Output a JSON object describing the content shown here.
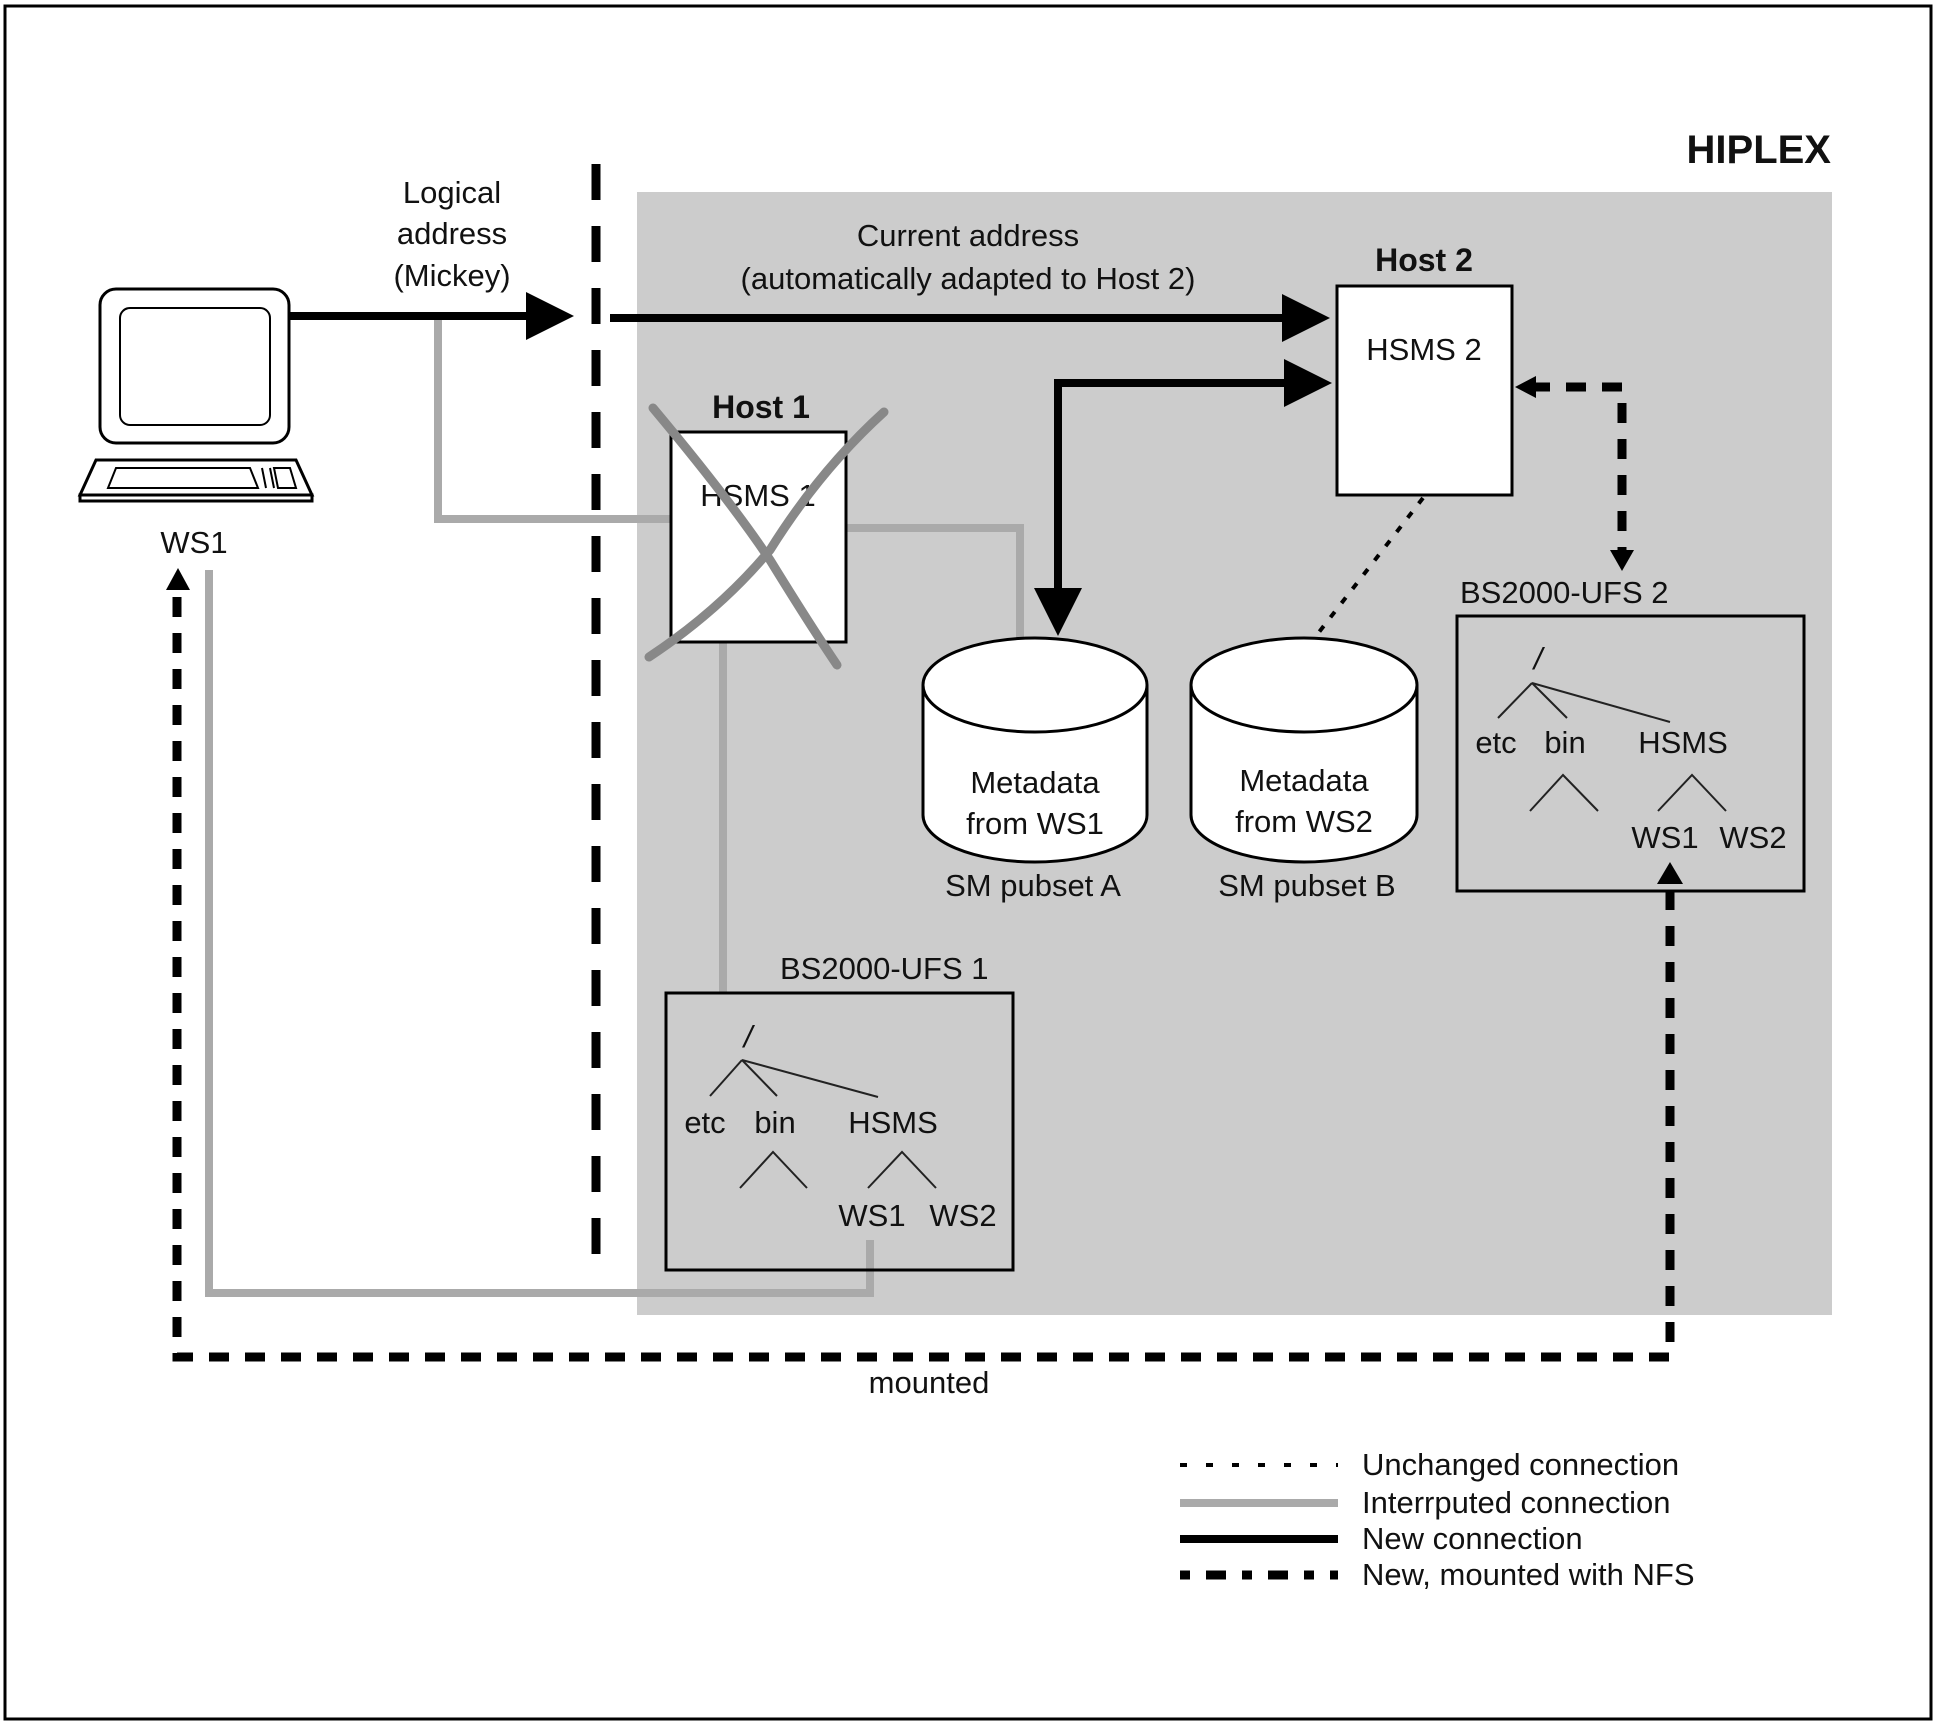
{
  "diagram": {
    "title": "HIPLEX",
    "colors": {
      "background": "#ffffff",
      "hiplex_area": "#cccccc",
      "new_connection": "#000000",
      "interrupted_connection": "#aaaaaa",
      "cross_mark": "#888888",
      "box_fill": "#ffffff"
    },
    "workstation": {
      "label": "WS1",
      "icon": "computer-terminal-icon"
    },
    "logical_address": {
      "lines": [
        "Logical",
        "address",
        "(Mickey)"
      ]
    },
    "current_address": {
      "lines": [
        "Current address",
        "(automatically adapted to Host 2)"
      ]
    },
    "host1": {
      "title": "Host 1",
      "content": "HSMS 1",
      "status": "failed (crossed out)"
    },
    "host2": {
      "title": "Host 2",
      "content": "HSMS 2"
    },
    "pubsets": [
      {
        "lines": [
          "Metadata",
          "from WS1"
        ],
        "label": "SM pubset A"
      },
      {
        "lines": [
          "Metadata",
          "from WS2"
        ],
        "label": "SM pubset B"
      }
    ],
    "ufs1": {
      "title": "BS2000-UFS 1",
      "root": "/",
      "level1": [
        "etc",
        "bin",
        "HSMS"
      ],
      "level2": [
        "WS1",
        "WS2"
      ]
    },
    "ufs2": {
      "title": "BS2000-UFS 2",
      "root": "/",
      "level1": [
        "etc",
        "bin",
        "HSMS"
      ],
      "level2": [
        "WS1",
        "WS2"
      ]
    },
    "mounted_label": "mounted",
    "legend": [
      {
        "style": "dotted",
        "label": "Unchanged connection"
      },
      {
        "style": "gray-solid",
        "label": "Interrputed connection"
      },
      {
        "style": "black-solid",
        "label": "New connection"
      },
      {
        "style": "black-dashed",
        "label": "New, mounted with NFS"
      }
    ]
  }
}
